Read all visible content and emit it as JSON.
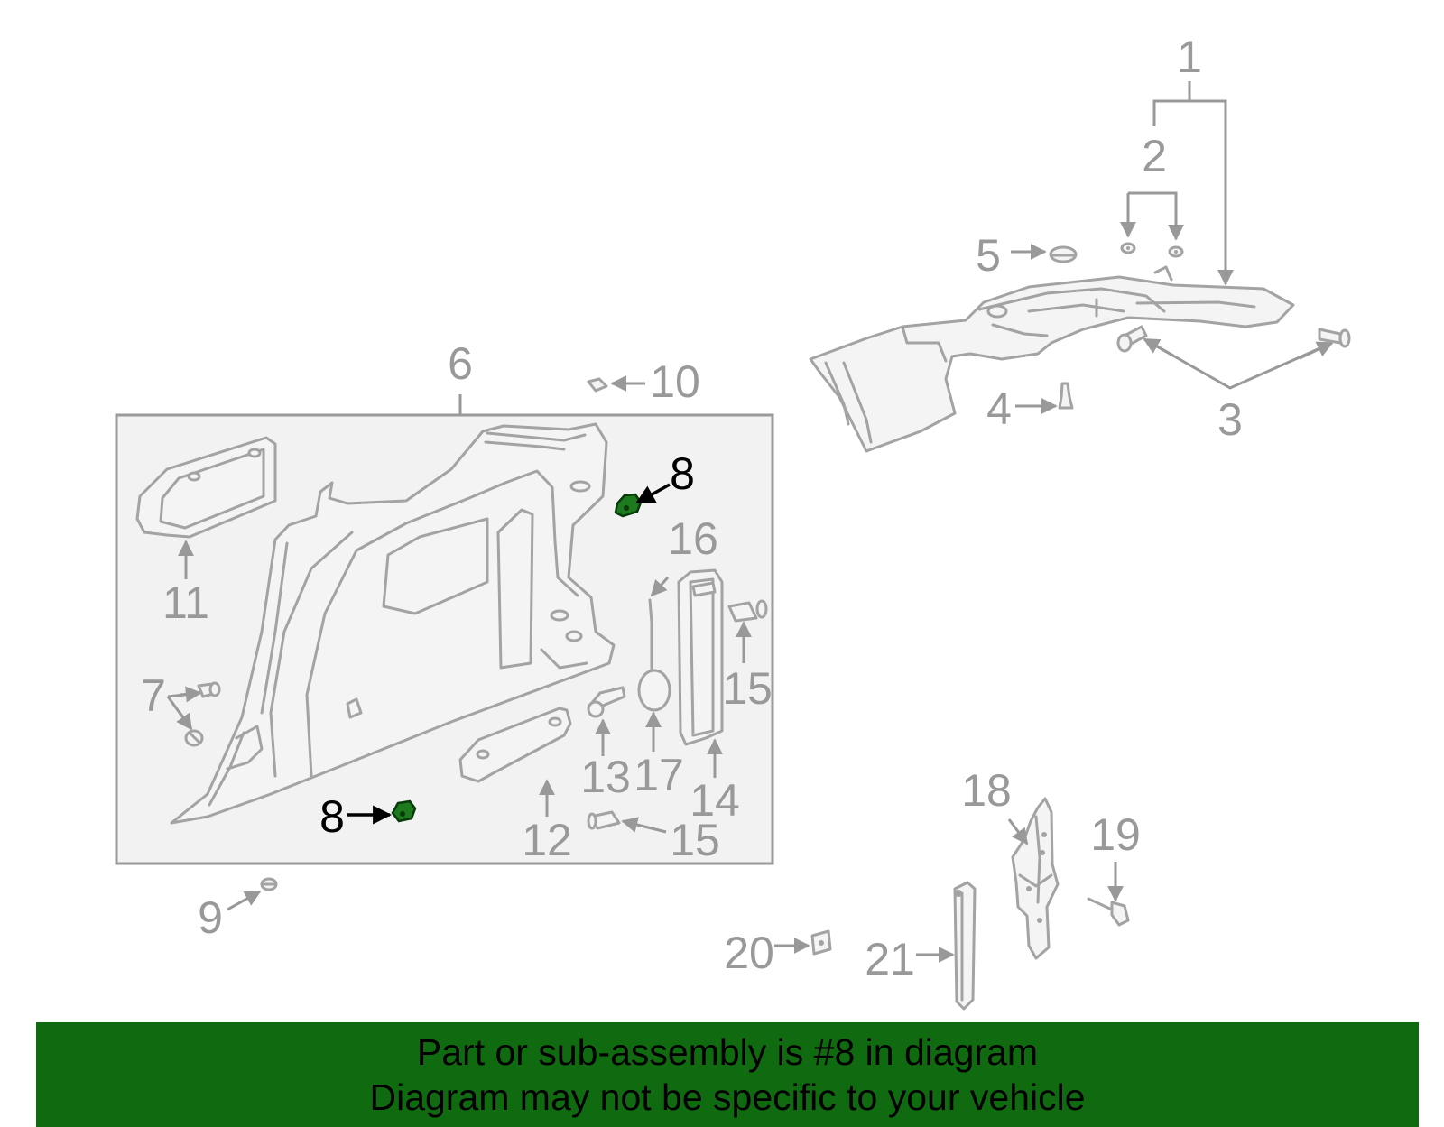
{
  "diagram": {
    "callouts": {
      "c1": "1",
      "c2": "2",
      "c3": "3",
      "c4": "4",
      "c5": "5",
      "c6": "6",
      "c7": "7",
      "c8a": "8",
      "c8b": "8",
      "c9": "9",
      "c10": "10",
      "c11": "11",
      "c12": "12",
      "c13": "13",
      "c14": "14",
      "c15a": "15",
      "c15b": "15",
      "c16": "16",
      "c17": "17",
      "c18": "18",
      "c19": "19",
      "c20": "20",
      "c21": "21"
    },
    "highlighted_part": "8",
    "highlight_color": "#1e7a1e",
    "callout_color": "#999999",
    "group_box_fill": "#f2f2f2"
  },
  "banner": {
    "line1": "Part or sub-assembly is #8 in diagram",
    "line2": "Diagram may not be specific to your vehicle",
    "background": "#106b10"
  }
}
